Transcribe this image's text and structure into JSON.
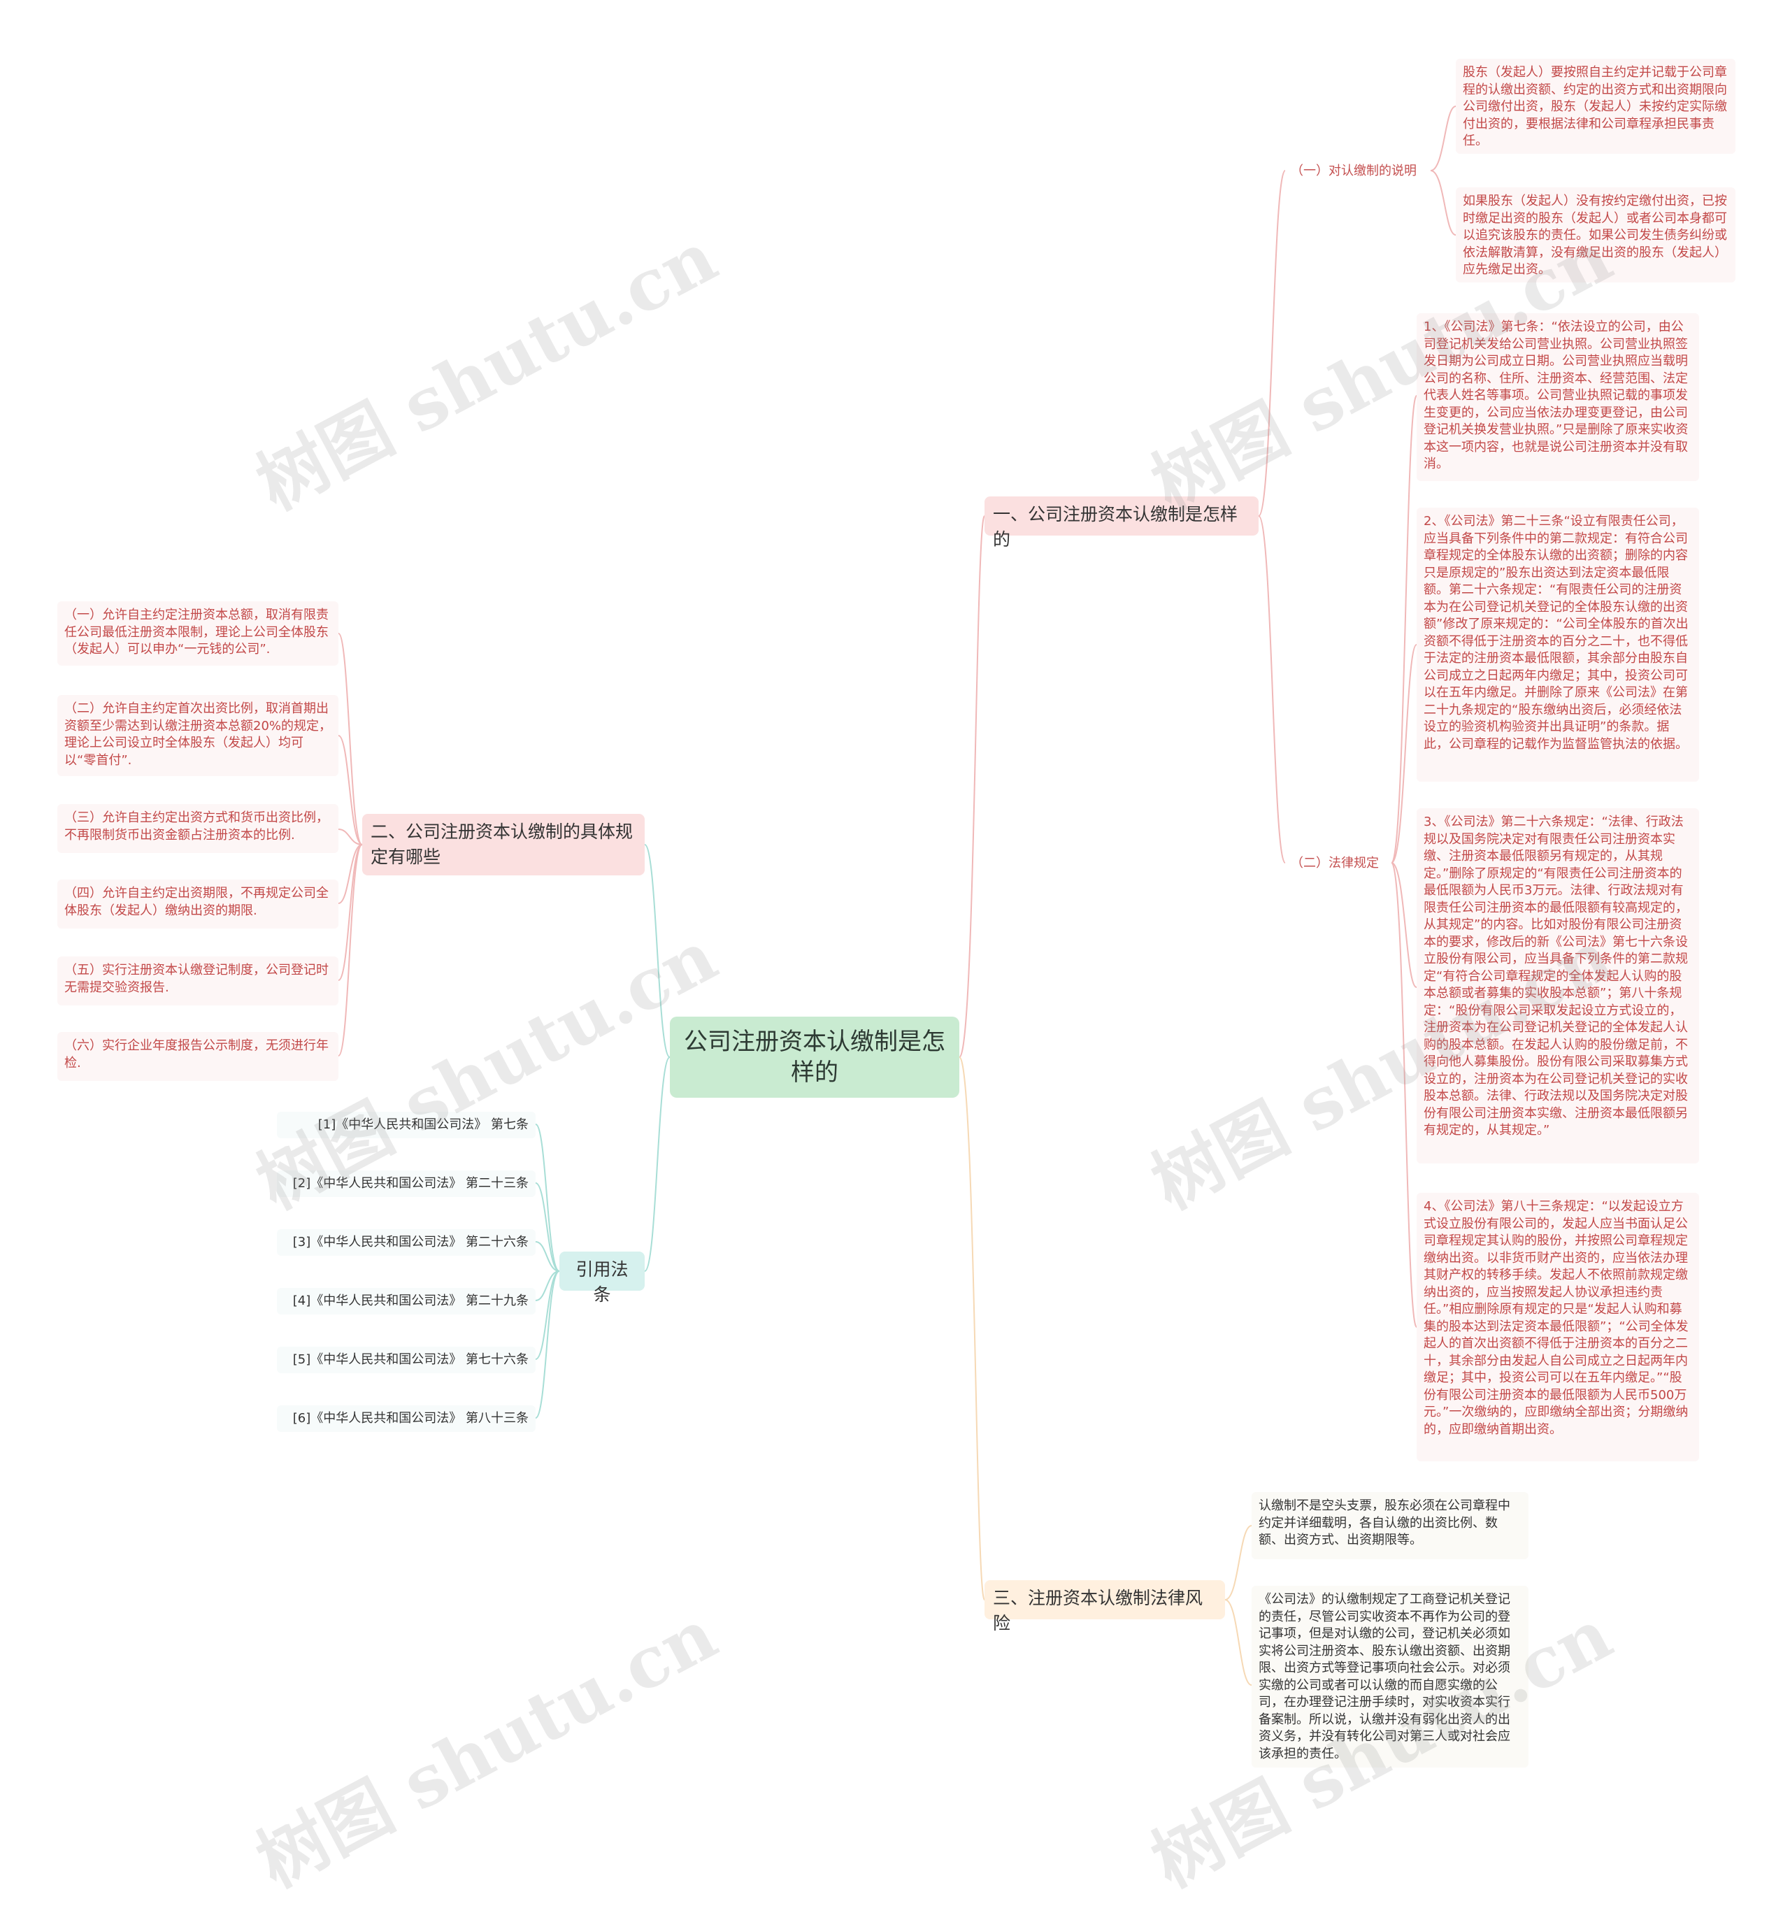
{
  "root": "公司注册资本认缴制是怎样的",
  "branch1": {
    "label": "一、公司注册资本认缴制是怎样的",
    "sub1": {
      "label": "（一）对认缴制的说明",
      "items": [
        "股东（发起人）要按照自主约定并记载于公司章程的认缴出资额、约定的出资方式和出资期限向公司缴付出资，股东（发起人）未按约定实际缴付出资的，要根据法律和公司章程承担民事责任。",
        "如果股东（发起人）没有按约定缴付出资，已按时缴足出资的股东（发起人）或者公司本身都可以追究该股东的责任。如果公司发生债务纠纷或依法解散清算，没有缴足出资的股东（发起人）应先缴足出资。"
      ]
    },
    "sub2": {
      "label": "（二）法律规定",
      "items": [
        "1、《公司法》第七条：“依法设立的公司，由公司登记机关发给公司营业执照。公司营业执照签发日期为公司成立日期。公司营业执照应当载明公司的名称、住所、注册资本、经营范围、法定代表人姓名等事项。公司营业执照记载的事项发生变更的，公司应当依法办理变更登记，由公司登记机关换发营业执照。”只是删除了原来实收资本这一项内容，也就是说公司注册资本并没有取消。",
        "2、《公司法》第二十三条“设立有限责任公司，应当具备下列条件中的第二款规定：有符合公司章程规定的全体股东认缴的出资额；删除的内容只是原规定的”股东出资达到法定资本最低限额。第二十六条规定：“有限责任公司的注册资本为在公司登记机关登记的全体股东认缴的出资额”修改了原来规定的：“公司全体股东的首次出资额不得低于注册资本的百分之二十，也不得低于法定的注册资本最低限额，其余部分由股东自公司成立之日起两年内缴足；其中，投资公司可以在五年内缴足。并删除了原来《公司法》在第二十九条规定的“股东缴纳出资后，必须经依法设立的验资机构验资并出具证明”的条款。据此，公司章程的记载作为监督监管执法的依据。",
        "3、《公司法》第二十六条规定：“法律、行政法规以及国务院决定对有限责任公司注册资本实缴、注册资本最低限额另有规定的，从其规定。”删除了原规定的“有限责任公司注册资本的最低限额为人民币3万元。法律、行政法规对有限责任公司注册资本的最低限额有较高规定的，从其规定”的内容。比如对股份有限公司注册资本的要求，修改后的新《公司法》第七十六条设立股份有限公司，应当具备下列条件的第二款规定“有符合公司章程规定的全体发起人认购的股本总额或者募集的实收股本总额”；第八十条规定：“股份有限公司采取发起设立方式设立的，注册资本为在公司登记机关登记的全体发起人认购的股本总额。在发起人认购的股份缴足前，不得向他人募集股份。股份有限公司采取募集方式设立的，注册资本为在公司登记机关登记的实收股本总额。法律、行政法规以及国务院决定对股份有限公司注册资本实缴、注册资本最低限额另有规定的，从其规定。”",
        "4、《公司法》第八十三条规定：“以发起设立方式设立股份有限公司的，发起人应当书面认足公司章程规定其认购的股份，并按照公司章程规定缴纳出资。以非货币财产出资的，应当依法办理其财产权的转移手续。发起人不依照前款规定缴纳出资的，应当按照发起人协议承担违约责任。”相应删除原有规定的只是“发起人认购和募集的股本达到法定资本最低限额”；“公司全体发起人的首次出资额不得低于注册资本的百分之二十，其余部分由发起人自公司成立之日起两年内缴足；其中，投资公司可以在五年内缴足。”“股份有限公司注册资本的最低限额为人民币500万元。”一次缴纳的，应即缴纳全部出资；分期缴纳的，应即缴纳首期出资。"
      ]
    }
  },
  "branch2": {
    "label": "二、公司注册资本认缴制的具体规定有哪些",
    "items": [
      "（一）允许自主约定注册资本总额，取消有限责任公司最低注册资本限制，理论上公司全体股东（发起人）可以申办“一元钱的公司”.",
      "（二）允许自主约定首次出资比例，取消首期出资额至少需达到认缴注册资本总额20%的规定，理论上公司设立时全体股东（发起人）均可以“零首付”.",
      "（三）允许自主约定出资方式和货币出资比例，不再限制货币出资金额占注册资本的比例.",
      "（四）允许自主约定出资期限，不再规定公司全体股东（发起人）缴纳出资的期限.",
      "（五）实行注册资本认缴登记制度，公司登记时无需提交验资报告.",
      "（六）实行企业年度报告公示制度，无须进行年检."
    ]
  },
  "branch3": {
    "label": "引用法条",
    "items": [
      "[1]《中华人民共和国公司法》 第七条",
      "[2]《中华人民共和国公司法》 第二十三条",
      "[3]《中华人民共和国公司法》 第二十六条",
      "[4]《中华人民共和国公司法》 第二十九条",
      "[5]《中华人民共和国公司法》 第七十六条",
      "[6]《中华人民共和国公司法》 第八十三条"
    ]
  },
  "branch4": {
    "label": "三、注册资本认缴制法律风险",
    "items": [
      "认缴制不是空头支票，股东必须在公司章程中约定并详细载明，各自认缴的出资比例、数额、出资方式、出资期限等。",
      "《公司法》的认缴制规定了工商登记机关登记的责任，尽管公司实收资本不再作为公司的登记事项，但是对认缴的公司，登记机关必须如实将公司注册资本、股东认缴出资额、出资期限、出资方式等登记事项向社会公示。对必须实缴的公司或者可以认缴的而自愿实缴的公司，在办理登记注册手续时，对实收资本实行备案制。所以说，认缴并没有弱化出资人的出资义务，并没有转化公司对第三人或对社会应该承担的责任。"
    ]
  },
  "watermark": "树图 shutu.cn",
  "colors": {
    "red_line": "#f0b8b8",
    "teal_line": "#a8ded6",
    "peach_line": "#f6d9b5",
    "green_line": "#a6dbb5"
  }
}
